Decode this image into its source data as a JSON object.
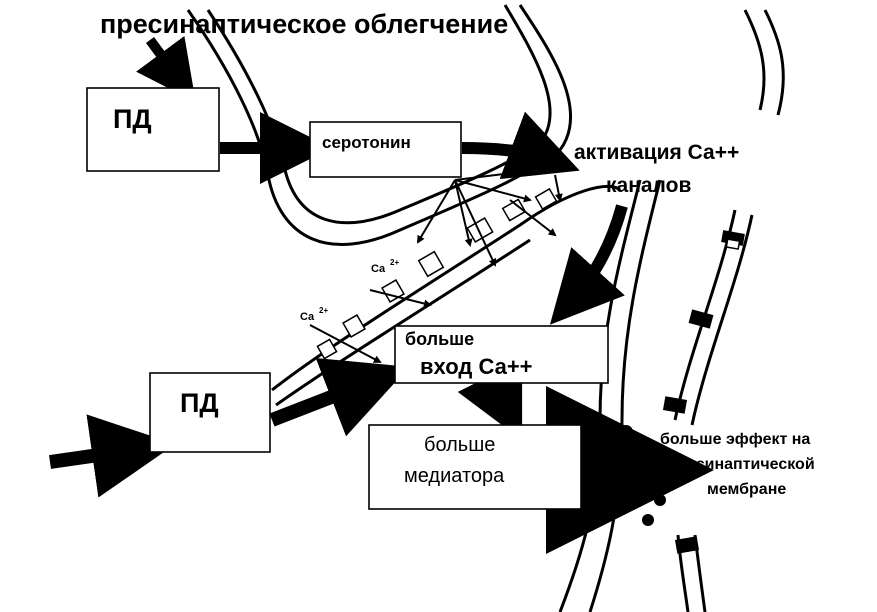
{
  "title": "пресинаптическое облегчение",
  "boxes": {
    "pd_top": "ПД",
    "serotonin": "серотонин",
    "pd_bottom": "ПД",
    "more_entry_line1": "больше",
    "more_entry_line2": "вход Са++",
    "more_mediator_line1": "больше",
    "more_mediator_line2": "медиатора"
  },
  "labels": {
    "activation_line1": "активация Са++",
    "activation_line2": "каналов",
    "effect_line1": "больше эффект на",
    "effect_line2": "постсинаптической",
    "effect_line3": "мембране",
    "ca_label_1": "Ca",
    "ca_label_1_sup": "2+",
    "ca_label_2": "Ca",
    "ca_label_2_sup": "2+"
  },
  "colors": {
    "ink": "#000000",
    "background": "#ffffff"
  }
}
